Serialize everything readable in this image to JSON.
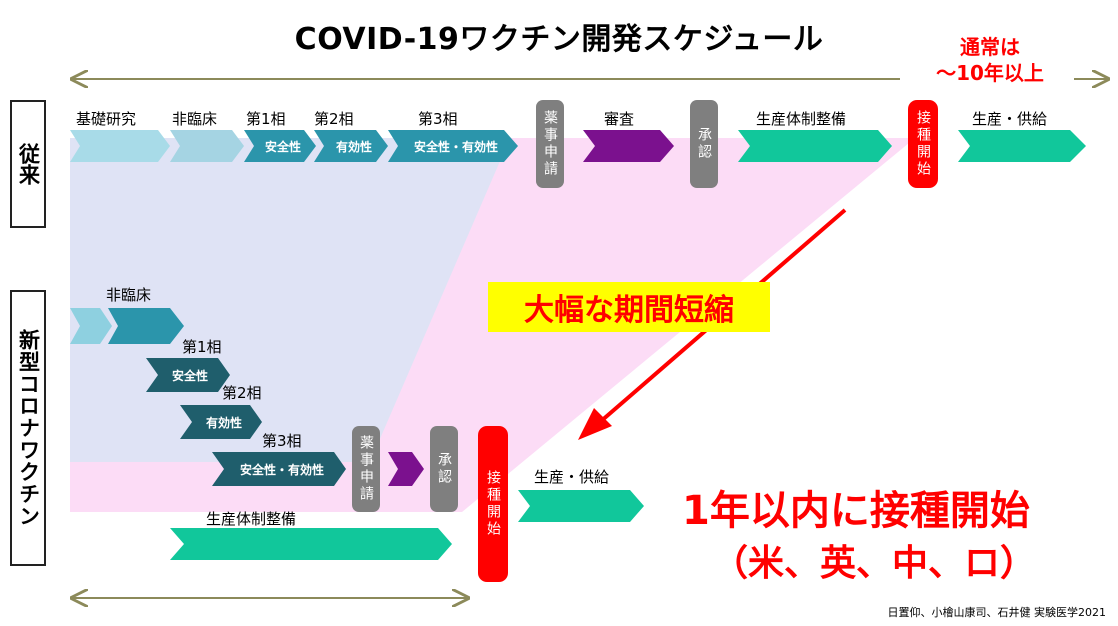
{
  "title": "COVID-19ワクチン開発スケジュール",
  "top_note": [
    "通常は",
    "〜10年以上"
  ],
  "rows": {
    "conventional": "従来",
    "new": "新型コロナワクチン"
  },
  "conventional": {
    "stage_labels": [
      "基礎研究",
      "非臨床",
      "第1相",
      "第2相",
      "第3相",
      "審査",
      "生産体制整備",
      "生産・供給"
    ],
    "chevron_texts": [
      "安全性",
      "有効性",
      "安全性・有効性"
    ],
    "application": "薬事申請",
    "approval": "承認",
    "vaccination": "接種開始"
  },
  "new": {
    "stage_labels": [
      "非臨床",
      "第1相",
      "第2相",
      "第3相",
      "生産・供給",
      "生産体制整備"
    ],
    "chevron_texts": [
      "安全性",
      "有効性",
      "安全性・有効性"
    ],
    "application": "薬事申請",
    "approval": "承認",
    "vaccination": "接種開始"
  },
  "banner": "大幅な期間短縮",
  "result": [
    "1年以内に接種開始",
    "（米、英、中、ロ）"
  ],
  "citation": "日置仰、小檜山康司、石井健  実験医学2021",
  "colors": {
    "light_teal": "#a8dbe8",
    "teal": "#2b95ab",
    "dark_teal": "#1f5e6c",
    "green": "#11c79b",
    "purple": "#7b118e",
    "grey": "#7f7f7f",
    "red": "#ff0000",
    "yellow": "#ffff00",
    "arrow_line": "#8c8a5a",
    "blue_band": "#dfe3f5",
    "pink_band": "#fcdcf6"
  }
}
